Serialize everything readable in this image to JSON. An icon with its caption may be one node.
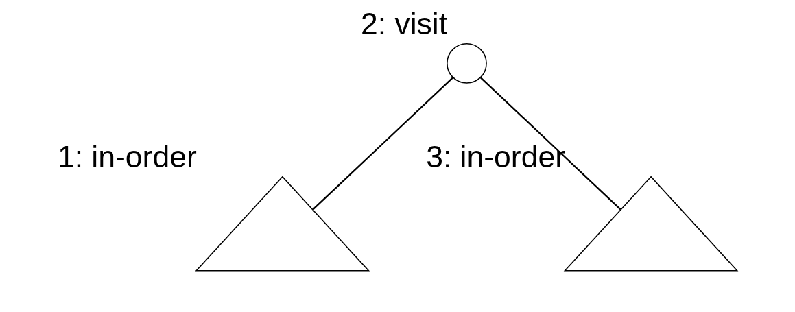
{
  "diagram": {
    "nodes": [
      {
        "text": [],
        "shape": "circle",
        "beside": [
          "2: visit"
        ]
      },
      {
        "text": [],
        "shape": "triangle",
        "beside": [
          "1: in-order"
        ]
      },
      {
        "text": [],
        "shape": "triangle",
        "beside": [
          "3: in-order"
        ]
      }
    ],
    "edges": [
      {
        "from": 0,
        "to": 1,
        "arrow": "none"
      },
      {
        "from": 0,
        "to": 2,
        "arrow": "none"
      }
    ]
  }
}
